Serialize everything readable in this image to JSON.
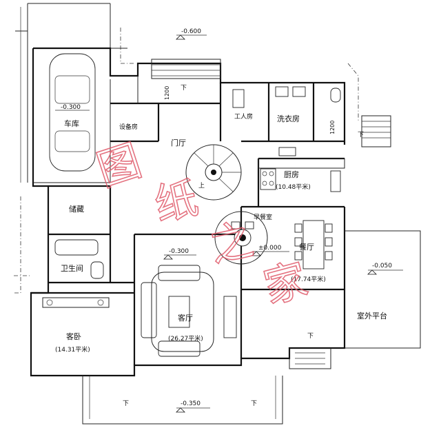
{
  "rooms": {
    "garage": "车库",
    "equipment": "设备房",
    "foyer": "门厅",
    "utility": "工人房",
    "laundry": "洗衣房",
    "kitchen": "厨房",
    "kitchen_area": "(10.48平米)",
    "storage": "储藏",
    "breakfast": "早餐室",
    "dining": "餐厅",
    "dining_area": "(17.74平米)",
    "bathroom": "卫生间",
    "living": "客厅",
    "living_area": "(26.27平米)",
    "guest_bedroom": "客卧",
    "guest_area": "(14.31平米)",
    "terrace": "室外平台"
  },
  "levels": {
    "top": "-0.600",
    "garage": "-0.300",
    "living": "-0.300",
    "dining": "±0.000",
    "terrace": "-0.050",
    "bottom": "-0.350"
  },
  "dims": {
    "d1200a": "1200",
    "d1200b": "1200"
  },
  "marks": {
    "down": "下",
    "up": "上"
  },
  "watermark": [
    "图",
    "纸",
    "之",
    "家"
  ]
}
